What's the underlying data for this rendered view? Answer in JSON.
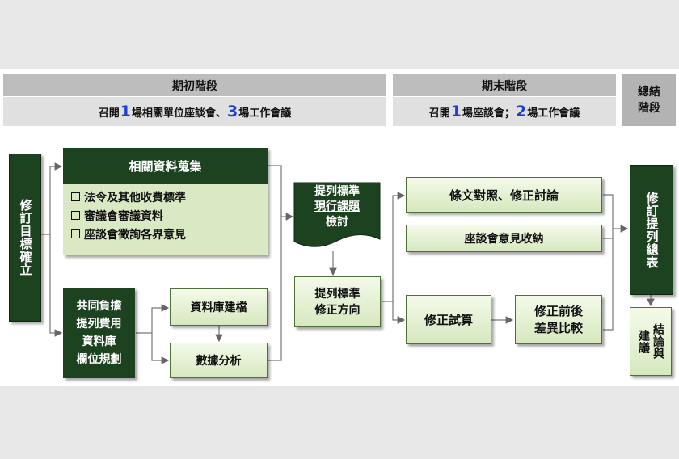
{
  "phases": {
    "early": {
      "title": "期初階段",
      "sub": {
        "prefix": "召開",
        "n1": "1",
        "mid": "場相關單位座談會、",
        "n2": "3",
        "suffix": "場工作會議"
      }
    },
    "late": {
      "title": "期末階段",
      "sub": {
        "prefix": "召開",
        "n1": "1",
        "mid": "場座談會；",
        "n2": "2",
        "suffix": "場工作會議"
      }
    },
    "summary": {
      "line1": "總結",
      "line2": "階段"
    }
  },
  "nodes": {
    "goal": "修訂目標確立",
    "collect_title": "相關資料蒐集",
    "collect_items": [
      "法令及其他收費標準",
      "審議會審議資料",
      "座談會徵詢各界意見"
    ],
    "shared": {
      "l1": "共同負擔",
      "l2": "提列費用",
      "l3": "資料庫",
      "l4": "欄位規劃"
    },
    "db_build": "資料庫建檔",
    "data_analysis": "數據分析",
    "review": {
      "l1": "提列標準",
      "l2": "現行課題",
      "l3": "檢討"
    },
    "direction": {
      "l1": "提列標準",
      "l2": "修正方向"
    },
    "compare": "條文對照、修正討論",
    "opinions": "座談會意見收納",
    "trial": "修正試算",
    "diff": {
      "l1": "修正前後",
      "l2": "差異比較"
    },
    "summary_table": "修訂提列總表",
    "conclusion": {
      "c1": "結論與",
      "c2": "建議"
    }
  },
  "colors": {
    "dark_green": "#1d4220",
    "light_green": "#d9e9c3",
    "accent_number": "#1f3fd0",
    "phase_gray": "#bdbdbd"
  }
}
